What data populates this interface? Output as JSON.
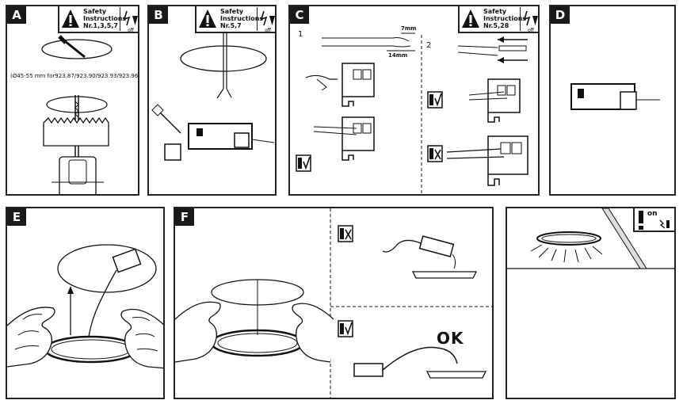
{
  "panels": {
    "a": {
      "label": "A",
      "safety_title": "Safety Instructions",
      "safety_ref": "Nr.1,3,5,7",
      "drill_note": "(Ø45-55 mm for923.87/923.90/923.93/923.96)",
      "off_label": "off"
    },
    "b": {
      "label": "B",
      "safety_title": "Safety Instructions",
      "safety_ref": "Nr.5,7",
      "off_label": "off"
    },
    "c": {
      "label": "C",
      "safety_title": "Safety Instructions",
      "safety_ref": "Nr.5,28",
      "off_label": "off",
      "step1": "1",
      "step2": "2",
      "dim_strip": "7mm",
      "dim_insulation": "14mm"
    },
    "d": {
      "label": "D"
    },
    "e": {
      "label": "E"
    },
    "f": {
      "label": "F",
      "ok_label": "OK"
    },
    "g": {
      "on_label": "on"
    }
  },
  "colors": {
    "ink": "#1a1a1a",
    "panel_border": "#222222",
    "background": "#ffffff"
  },
  "icons": [
    "warning-icon",
    "lightning-icon",
    "switch-icon",
    "check-icon",
    "cross-icon",
    "arrow-up-icon"
  ]
}
